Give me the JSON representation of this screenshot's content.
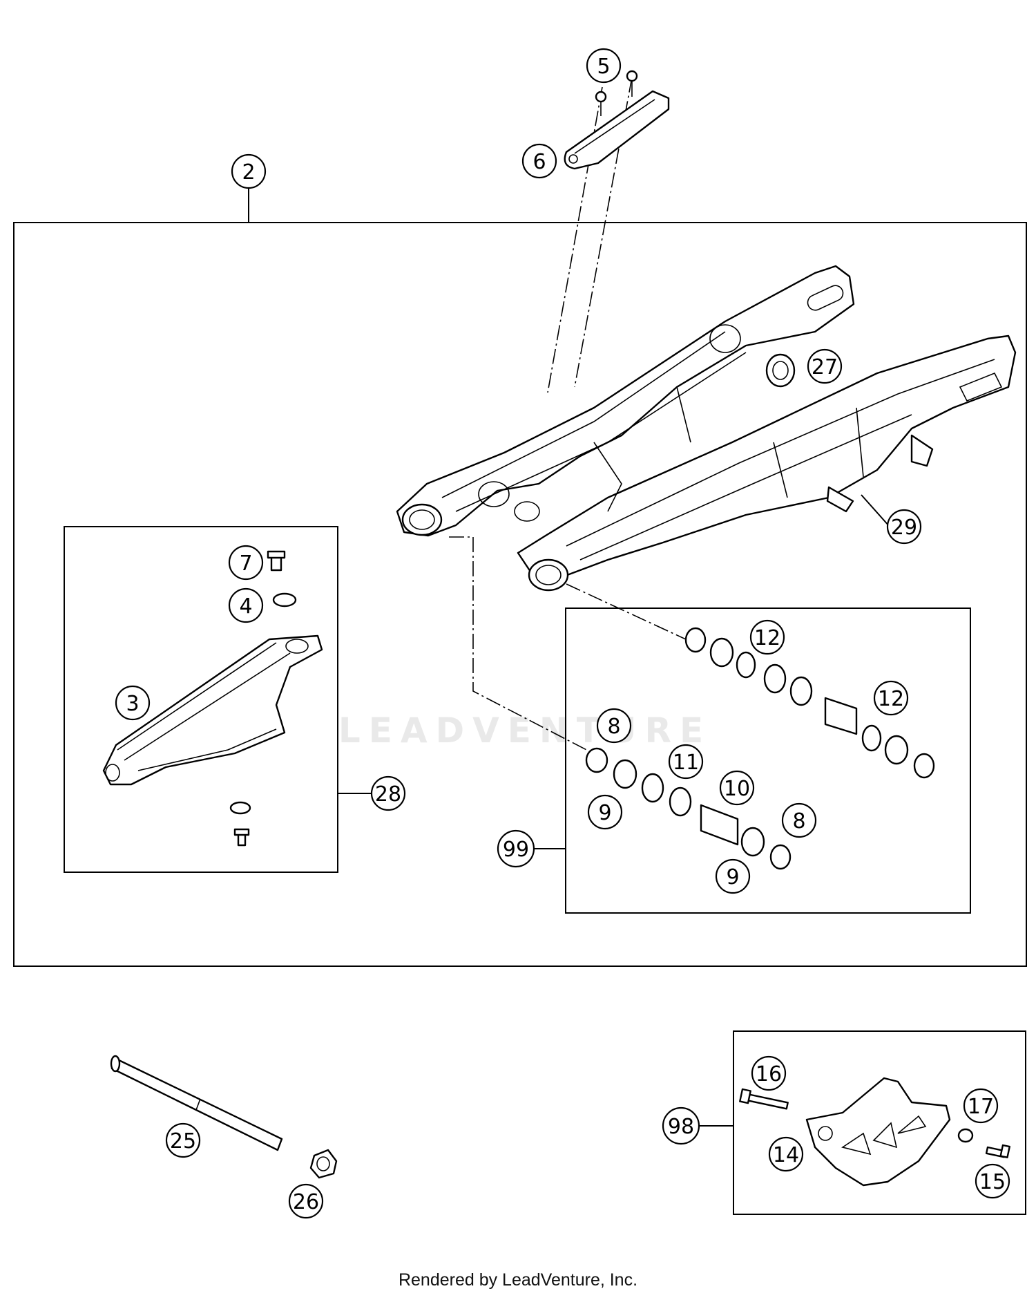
{
  "watermark": "LEADVENTURE",
  "footer": "Rendered by LeadVenture, Inc.",
  "callouts": [
    {
      "id": "c5",
      "label": "5"
    },
    {
      "id": "c6",
      "label": "6"
    },
    {
      "id": "c2",
      "label": "2"
    },
    {
      "id": "c27",
      "label": "27"
    },
    {
      "id": "c29",
      "label": "29"
    },
    {
      "id": "c7",
      "label": "7"
    },
    {
      "id": "c4",
      "label": "4"
    },
    {
      "id": "c3",
      "label": "3"
    },
    {
      "id": "c28",
      "label": "28"
    },
    {
      "id": "c12a",
      "label": "12"
    },
    {
      "id": "c12b",
      "label": "12"
    },
    {
      "id": "c8a",
      "label": "8"
    },
    {
      "id": "c11",
      "label": "11"
    },
    {
      "id": "c10",
      "label": "10"
    },
    {
      "id": "c9a",
      "label": "9"
    },
    {
      "id": "c8b",
      "label": "8"
    },
    {
      "id": "c9b",
      "label": "9"
    },
    {
      "id": "c99",
      "label": "99"
    },
    {
      "id": "c16",
      "label": "16"
    },
    {
      "id": "c17",
      "label": "17"
    },
    {
      "id": "c98",
      "label": "98"
    },
    {
      "id": "c14",
      "label": "14"
    },
    {
      "id": "c15",
      "label": "15"
    },
    {
      "id": "c25",
      "label": "25"
    },
    {
      "id": "c26",
      "label": "26"
    }
  ]
}
